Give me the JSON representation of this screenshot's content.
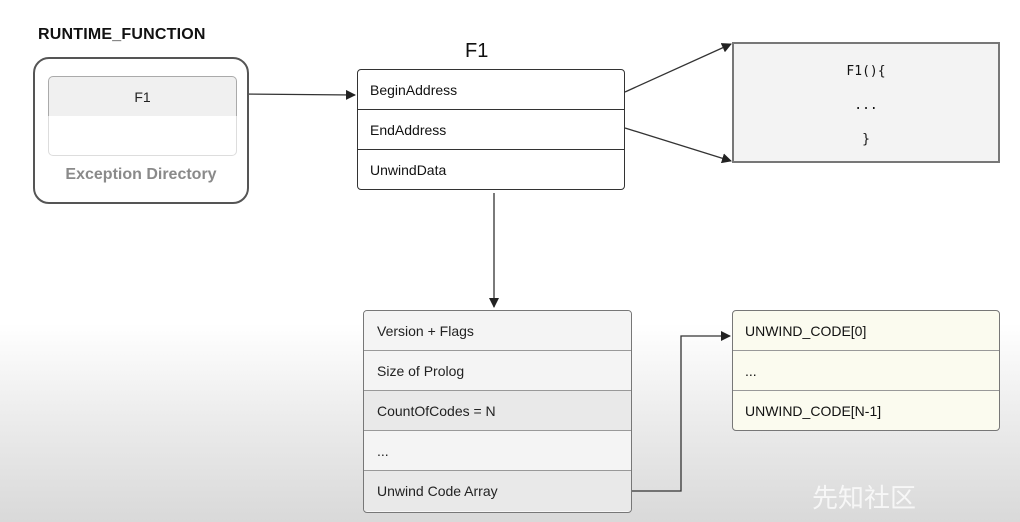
{
  "runtime_function": {
    "title": "RUNTIME_FUNCTION",
    "entry": "F1",
    "label": "Exception Directory"
  },
  "f1_struct": {
    "title": "F1",
    "rows": [
      "BeginAddress",
      "EndAddress",
      "UnwindData"
    ]
  },
  "code_box": {
    "lines": [
      "F1(){",
      "...",
      "}"
    ]
  },
  "unwind_info": {
    "rows": [
      "Version + Flags",
      "Size of Prolog",
      "CountOfCodes = N",
      "...",
      "Unwind Code Array"
    ]
  },
  "unwind_codes": {
    "rows": [
      "UNWIND_CODE[0]",
      "...",
      "UNWIND_CODE[N-1]"
    ]
  },
  "watermark": "先知社区",
  "colors": {
    "line": "#333333",
    "code_bg": "#f3f3f3",
    "codes_bg": "#fbfbef"
  }
}
